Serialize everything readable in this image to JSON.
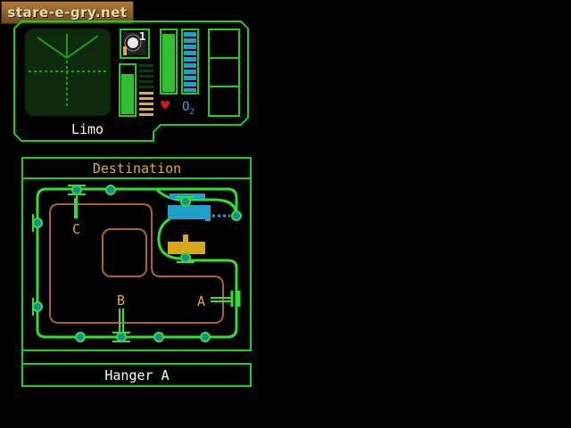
{
  "watermark": "stare-e-gry.net",
  "vehicle": {
    "name": "Limo"
  },
  "inventory": {
    "slot_count": "1"
  },
  "status": {
    "health_level": 0.95,
    "oxygen_level": 1.0,
    "energy_level": 0.8,
    "icons": [
      "heart-icon",
      "oxygen-icon"
    ]
  },
  "map": {
    "title": "Destination",
    "nodes": [
      {
        "id": "C",
        "label": "C"
      },
      {
        "id": "B",
        "label": "B"
      },
      {
        "id": "A",
        "label": "A"
      }
    ]
  },
  "location": {
    "name": "Hanger A"
  },
  "colors": {
    "frame": "#18d018",
    "accent": "#e3a83e",
    "route": "#2fe02f",
    "track": "#b0602a",
    "cyan": "#1fa0c8",
    "yellow": "#d8a818"
  }
}
